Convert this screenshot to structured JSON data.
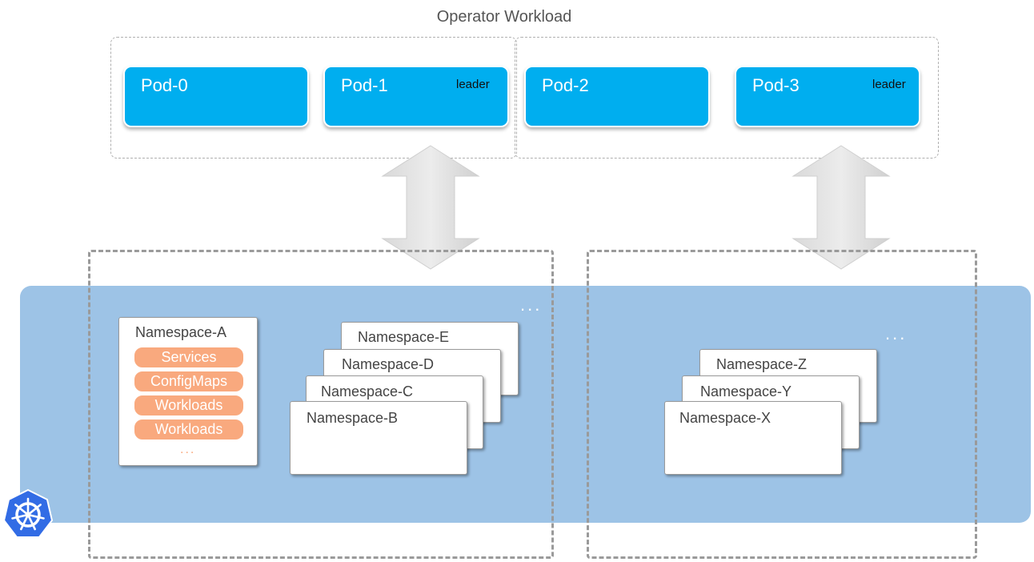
{
  "title": "Operator  Workload",
  "pods": [
    {
      "label": "Pod-0",
      "tag": ""
    },
    {
      "label": "Pod-1",
      "tag": "leader"
    },
    {
      "label": "Pod-2",
      "tag": ""
    },
    {
      "label": "Pod-3",
      "tag": "leader"
    }
  ],
  "namespace_a": {
    "label": "Namespace-A",
    "resources": [
      "Services",
      "ConfigMaps",
      "Workloads",
      "Workloads"
    ],
    "more": "..."
  },
  "stack_left": [
    "Namespace-E",
    "Namespace-D",
    "Namespace-C",
    "Namespace-B"
  ],
  "stack_right": [
    "Namespace-Z",
    "Namespace-Y",
    "Namespace-X"
  ],
  "ellipsis": "...",
  "colors": {
    "pod": "#00aeef",
    "cluster": "#9dc3e6",
    "resource": "#f9a97e",
    "kubernetes": "#326ce5"
  },
  "icons": [
    "kubernetes-logo-icon",
    "double-arrow-icon"
  ]
}
